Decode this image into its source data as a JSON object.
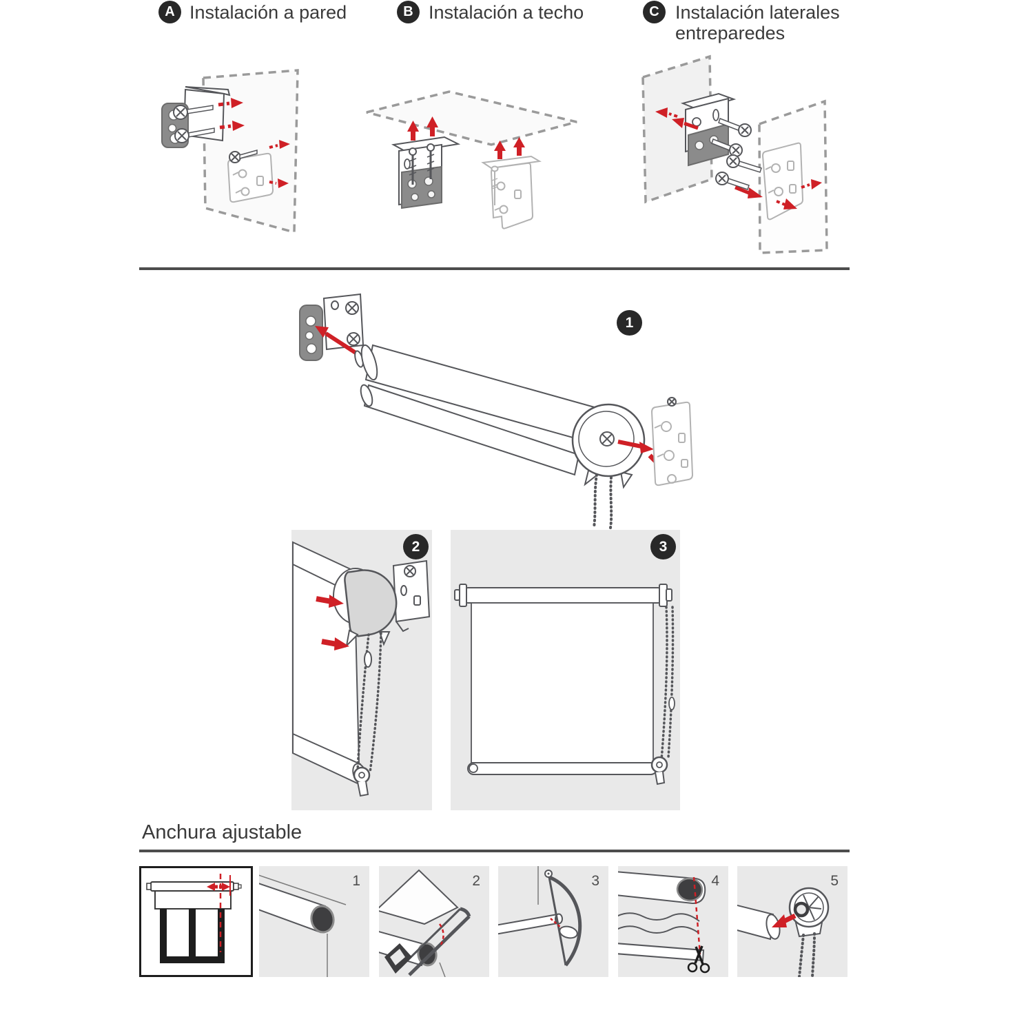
{
  "colors": {
    "accent_red": "#cf2026",
    "badge_dark": "#282828",
    "panel_gray": "#e9e9e9",
    "line_gray": "#55565a",
    "separator_gray": "#4d4d4d",
    "bracket_dark_gray": "#8b8b8b"
  },
  "header": {
    "items": [
      {
        "badge": "A",
        "title": "Instalación a pared",
        "title2": ""
      },
      {
        "badge": "B",
        "title": "Instalación a techo",
        "title2": ""
      },
      {
        "badge": "C",
        "title": "Instalación laterales",
        "title2": "entreparedes"
      }
    ]
  },
  "steps": {
    "one": "1",
    "two": "2",
    "three": "3"
  },
  "adjustable": {
    "heading": "Anchura ajustable",
    "numbers": [
      "1",
      "2",
      "3",
      "4",
      "5"
    ]
  }
}
